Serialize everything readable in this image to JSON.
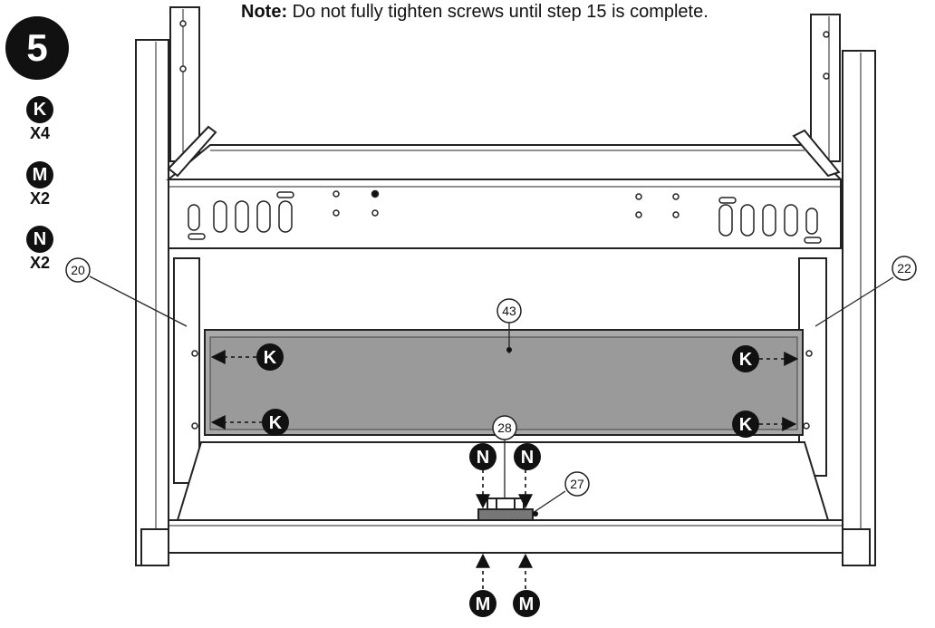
{
  "note": {
    "label": "Note:",
    "text": "Do not fully tighten screws until step 15 is complete."
  },
  "step": {
    "number": "5"
  },
  "hardware": [
    {
      "letter": "K",
      "qty": "X4"
    },
    {
      "letter": "M",
      "qty": "X2"
    },
    {
      "letter": "N",
      "qty": "X2"
    }
  ],
  "parts": {
    "left_leg": "20",
    "right_leg": "22",
    "back_panel": "43",
    "bracket": "28",
    "bottom_shelf": "27"
  },
  "callouts": {
    "k": "K",
    "m": "M",
    "n": "N"
  },
  "colors": {
    "ink": "#111111",
    "panel_fill": "#a9a9a9",
    "panel_inner": "#9a9a9a",
    "line": "#222222"
  }
}
